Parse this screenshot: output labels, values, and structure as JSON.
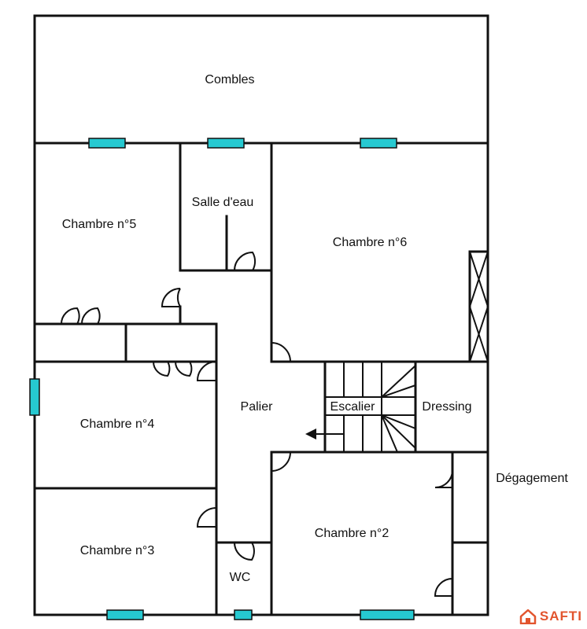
{
  "rooms": {
    "combles": "Combles",
    "salle_eau": "Salle d'eau",
    "chambre5": "Chambre n°5",
    "chambre6": "Chambre n°6",
    "palier": "Palier",
    "escalier": "Escalier",
    "dressing": "Dressing",
    "chambre4": "Chambre n°4",
    "degagement": "Dégagement",
    "chambre2": "Chambre n°2",
    "chambre3": "Chambre n°3",
    "wc": "WC"
  },
  "brand": {
    "name": "SAFTI",
    "color": "#e2542d"
  },
  "colors": {
    "window_fill": "#26c9d1",
    "wall": "#111111"
  }
}
